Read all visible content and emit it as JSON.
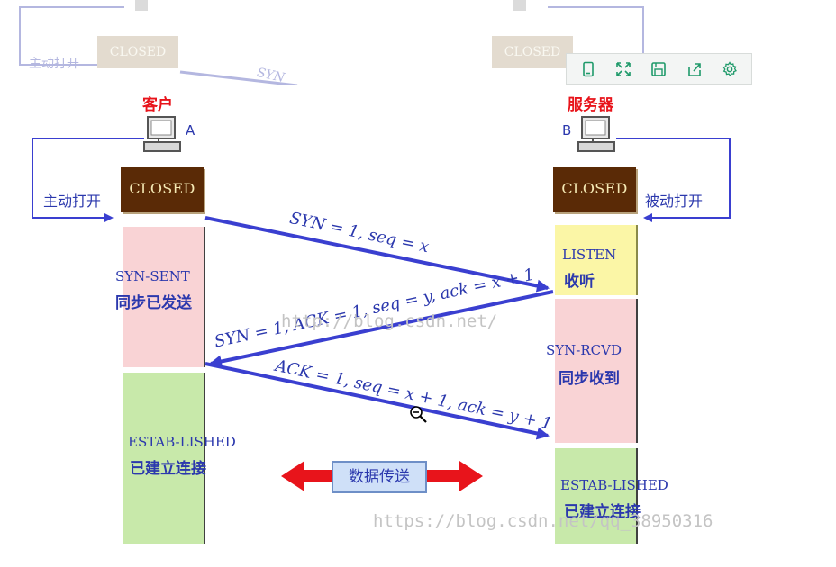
{
  "top_ghost": {
    "left_state": "CLOSED",
    "right_state": "CLOSED",
    "left_label": "主动打开",
    "syn_fragment": "SYN"
  },
  "toolbar": {
    "icons": [
      "phone-icon",
      "expand-icon",
      "save-icon",
      "share-icon",
      "gear-icon"
    ]
  },
  "client": {
    "role": "客户",
    "letter": "A",
    "closed": "CLOSED",
    "open_label": "主动打开",
    "states": [
      {
        "en": "SYN-SENT",
        "cn": "同步已发送"
      },
      {
        "en": "ESTAB-LISHED",
        "cn": "已建立连接"
      }
    ]
  },
  "server": {
    "role": "服务器",
    "letter": "B",
    "closed": "CLOSED",
    "open_label": "被动打开",
    "states": [
      {
        "en": "LISTEN",
        "cn": "收听"
      },
      {
        "en": "SYN-RCVD",
        "cn": "同步收到"
      },
      {
        "en": "ESTAB-LISHED",
        "cn": "已建立连接"
      }
    ]
  },
  "messages": [
    {
      "text": "SYN = 1, seq = x"
    },
    {
      "text": "SYN = 1, ACK = 1, seq = y, ack = x + 1"
    },
    {
      "text": "ACK = 1, seq = x + 1, ack = y + 1"
    }
  ],
  "data_transfer": "数据传送",
  "watermarks": {
    "middle": "http://blog.csdn.net/",
    "bottom": "https://blog.csdn.net/qq_38950316"
  },
  "colors": {
    "arrow": "#3a3fd0",
    "closed_box": "#5a2a06",
    "red_arrow": "#e8141b"
  }
}
